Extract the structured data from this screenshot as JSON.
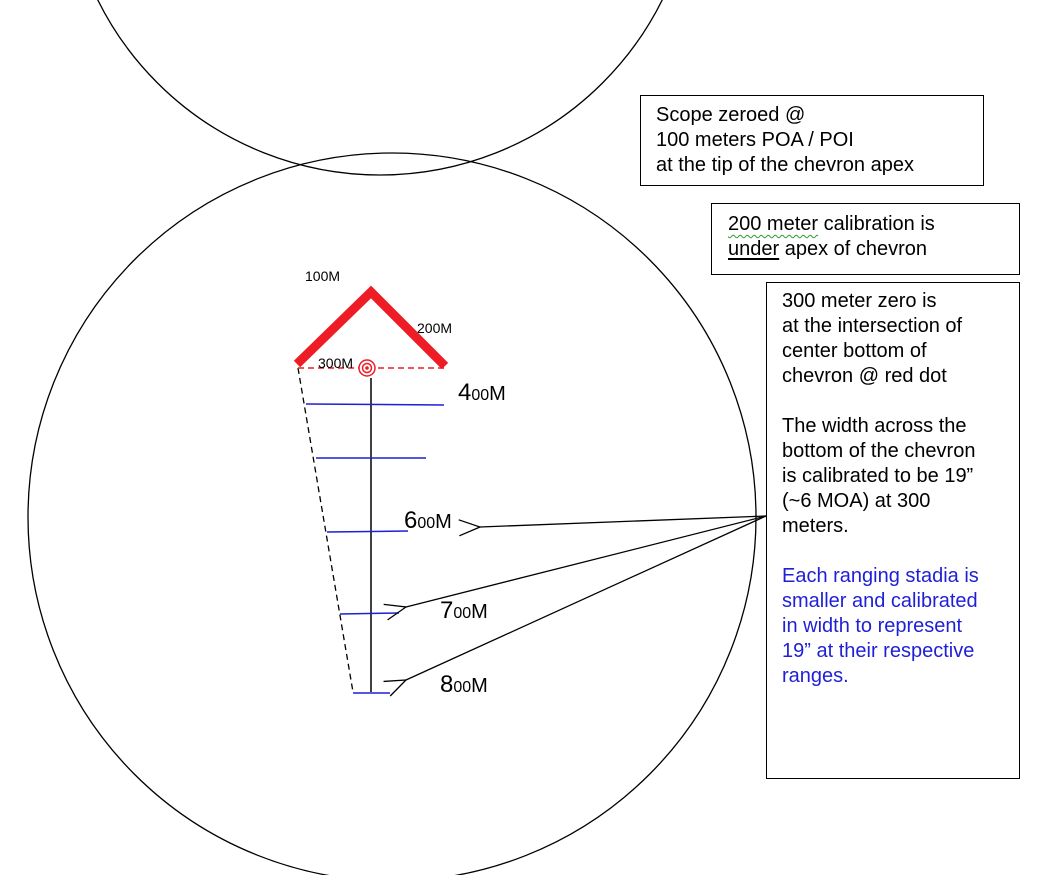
{
  "reticle": {
    "chevron_labels": {
      "apex": "100M",
      "right_leg": "200M",
      "center": "300M"
    },
    "range_labels": [
      {
        "big": "4",
        "small": "00",
        "unit": "M"
      },
      {
        "big": "6",
        "small": "00",
        "unit": "M"
      },
      {
        "big": "7",
        "small": "00",
        "unit": "M"
      },
      {
        "big": "8",
        "small": "00",
        "unit": "M"
      }
    ]
  },
  "notes": {
    "zero_100": [
      "Scope zeroed @",
      "100 meters POA / POI",
      "at the tip of the chevron apex"
    ],
    "calib_200": {
      "word1": "200 meter",
      "rest1": " calibration is",
      "word2": "under",
      "rest2": " apex of chevron"
    },
    "zero_300": {
      "para1": [
        "300 meter zero is",
        "at the intersection of",
        "center bottom of",
        "chevron @ red dot"
      ],
      "para2": [
        "The width across the",
        "bottom of the chevron",
        "is calibrated to be 19”",
        "(~6 MOA) at 300",
        "meters."
      ],
      "para3": [
        "Each ranging stadia is",
        "smaller and calibrated",
        "in width to represent",
        "19” at their respective",
        "ranges."
      ]
    }
  },
  "colors": {
    "chevron": "#ee1c25",
    "stadia": "#1f1fd6",
    "note_blue": "#1f1fd6"
  }
}
